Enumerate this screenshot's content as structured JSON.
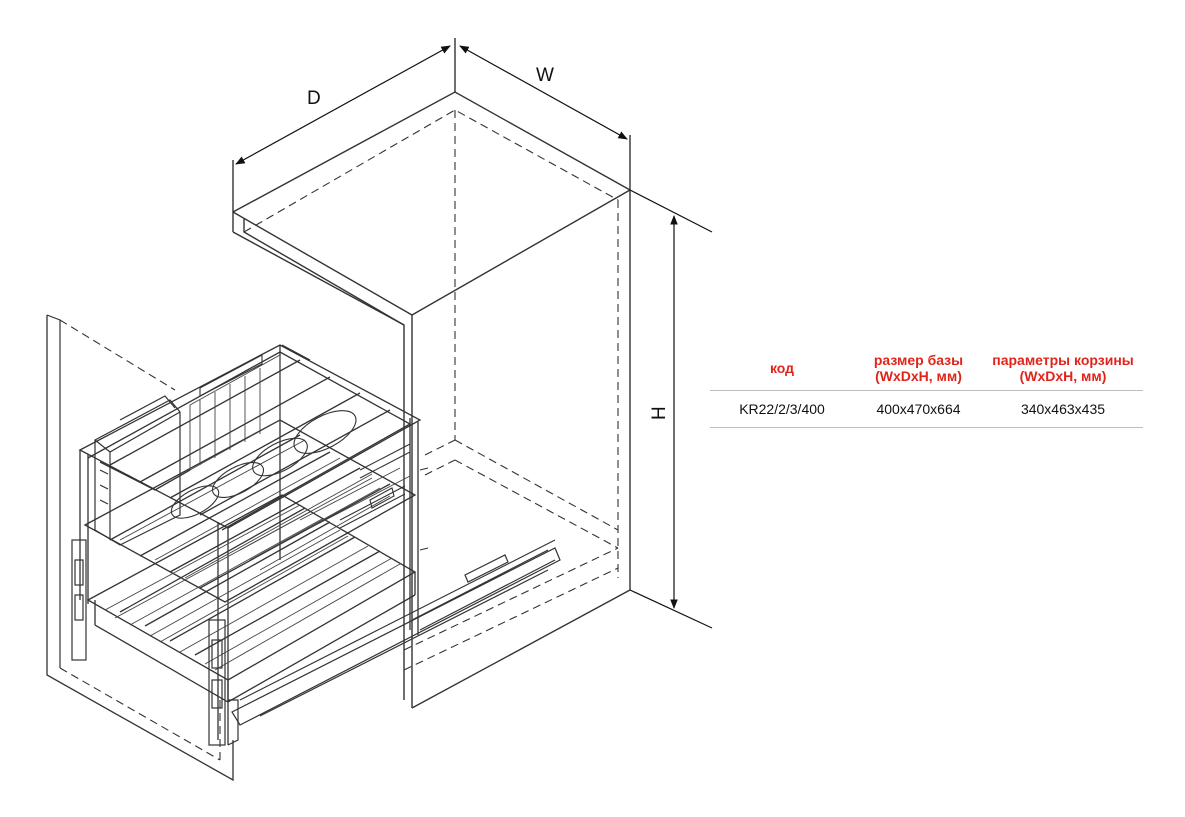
{
  "dimensions": {
    "depth_label": "D",
    "width_label": "W",
    "height_label": "H"
  },
  "table": {
    "headers": [
      {
        "line1": "код",
        "line2": ""
      },
      {
        "line1": "размер базы",
        "line2": "(WxDxH, мм)"
      },
      {
        "line1": "параметры корзины",
        "line2": "(WxDxH, мм)"
      }
    ],
    "rows": [
      {
        "code": "KR22/2/3/400",
        "base": "400x470x664",
        "basket": "340x463x435"
      }
    ]
  },
  "colors": {
    "header_text": "#e0241b",
    "line": "#333333",
    "rule": "#bdbdbd"
  }
}
